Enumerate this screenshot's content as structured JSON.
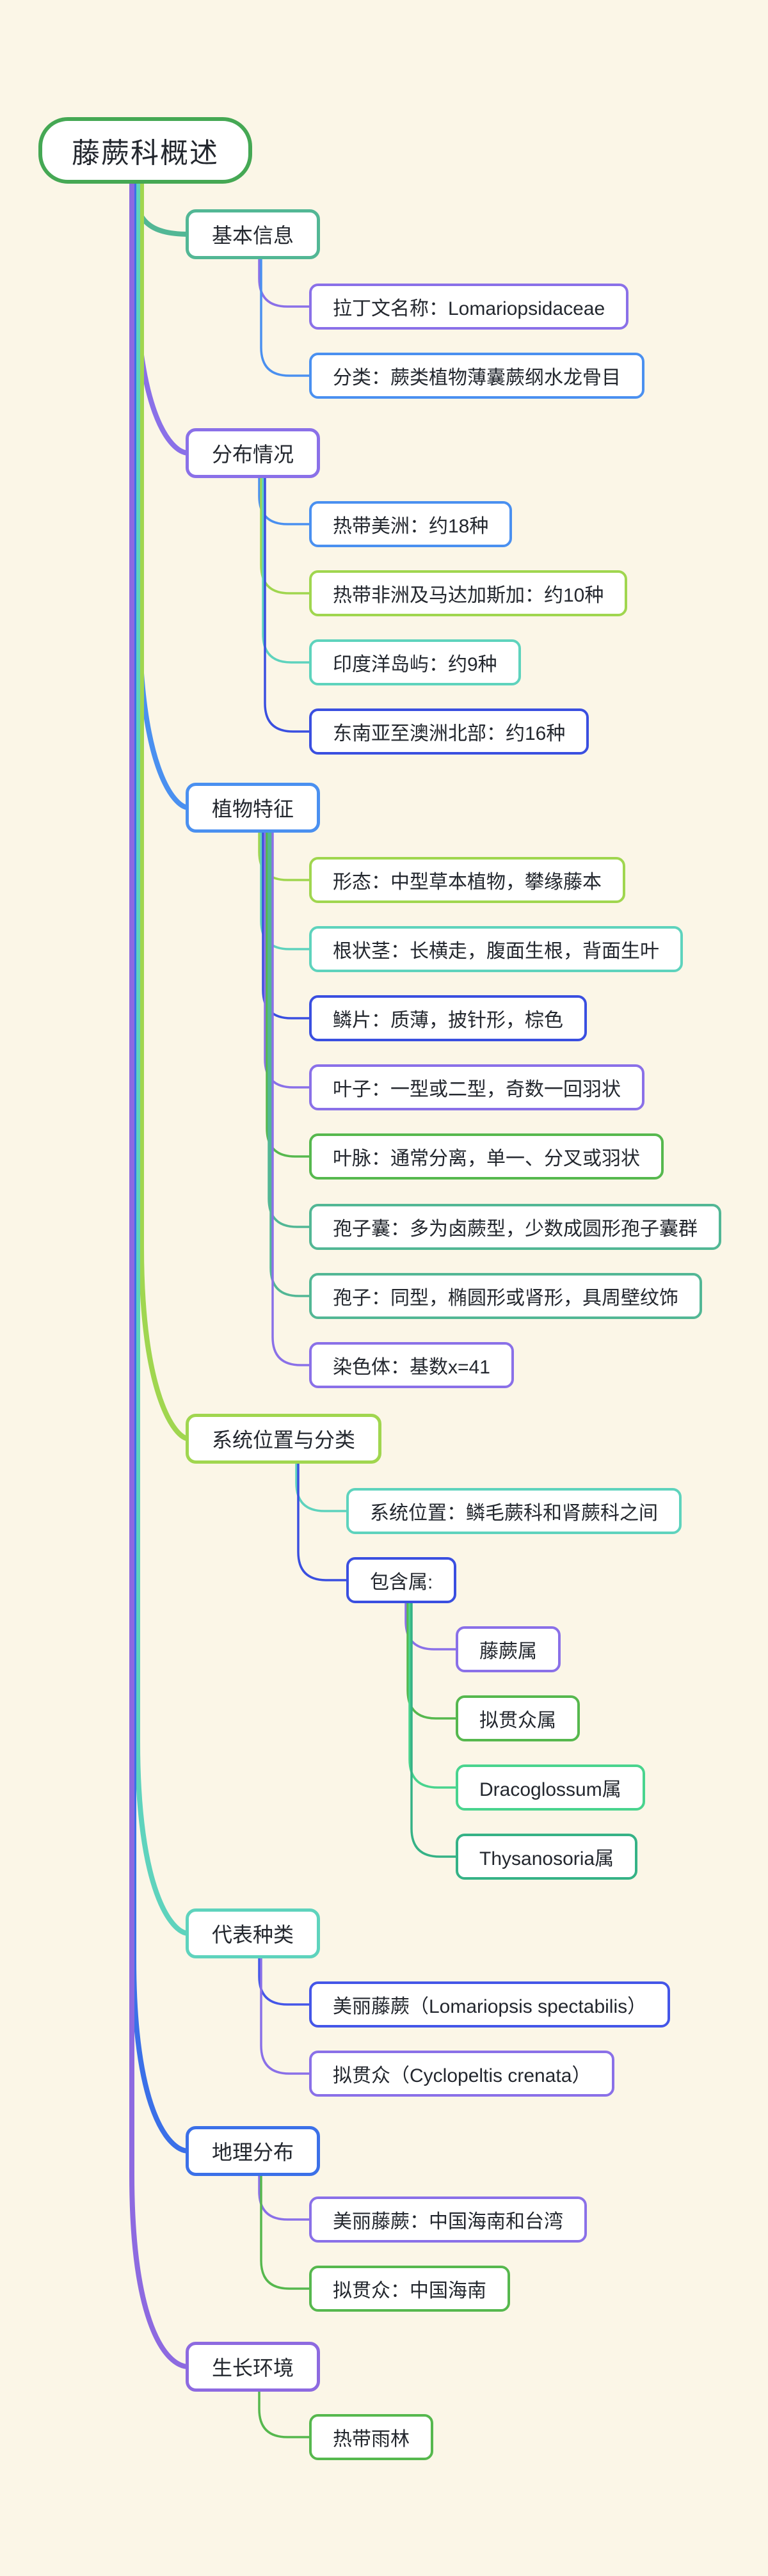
{
  "palette": {
    "background": "#fbf6e7",
    "root_border": "#45a854",
    "teal_green": "#52b795",
    "purple": "#8a70e8",
    "blue": "#4a90f0",
    "light_green": "#a0d64f",
    "teal": "#5ed3bd",
    "dark_blue": "#3a4fe0",
    "green": "#56b84e"
  },
  "title": "藤蕨科概述",
  "branches": [
    {
      "label": "基本信息",
      "color": "#52b795",
      "children": [
        {
          "label": "拉丁文名称：Lomariopsidaceae",
          "color": "#8a70e8"
        },
        {
          "label": "分类：蕨类植物薄囊蕨纲水龙骨目",
          "color": "#4a90f0"
        }
      ]
    },
    {
      "label": "分布情况",
      "color": "#8a70e8",
      "children": [
        {
          "label": "热带美洲：约18种",
          "color": "#4a90f0"
        },
        {
          "label": "热带非洲及马达加斯加：约10种",
          "color": "#a0d64f"
        },
        {
          "label": "印度洋岛屿：约9种",
          "color": "#5ed3bd"
        },
        {
          "label": "东南亚至澳洲北部：约16种",
          "color": "#3a4fe0"
        }
      ]
    },
    {
      "label": "植物特征",
      "color": "#4a90f0",
      "children": [
        {
          "label": "形态：中型草本植物，攀缘藤本",
          "color": "#a0d64f"
        },
        {
          "label": "根状茎：长横走，腹面生根，背面生叶",
          "color": "#5ed3bd"
        },
        {
          "label": "鳞片：质薄，披针形，棕色",
          "color": "#3a4fe0"
        },
        {
          "label": "叶子：一型或二型，奇数一回羽状",
          "color": "#8a70e8"
        },
        {
          "label": "叶脉：通常分离，单一、分叉或羽状",
          "color": "#56b84e"
        },
        {
          "label": "孢子囊：多为卤蕨型，少数成圆形孢子囊群",
          "color": "#52b795"
        },
        {
          "label": "孢子：同型，椭圆形或肾形，具周壁纹饰",
          "color": "#52b795"
        },
        {
          "label": "染色体：基数x=41",
          "color": "#8a70e8"
        }
      ]
    },
    {
      "label": "系统位置与分类",
      "color": "#a0d64f",
      "children": [
        {
          "label": "系统位置：鳞毛蕨科和肾蕨科之间",
          "color": "#5ed3bd"
        },
        {
          "label": "包含属:",
          "color": "#3a4fe0",
          "children": [
            {
              "label": "藤蕨属",
              "color": "#8a70e8"
            },
            {
              "label": "拟贯众属",
              "color": "#56b84e"
            },
            {
              "label": "Dracoglossum属",
              "color": "#49d48e"
            },
            {
              "label": "Thysanosoria属",
              "color": "#35b286"
            }
          ]
        }
      ]
    },
    {
      "label": "代表种类",
      "color": "#5ed3bd",
      "children": [
        {
          "label": "美丽藤蕨（Lomariopsis spectabilis）",
          "color": "#4456e8"
        },
        {
          "label": "拟贯众（Cyclopeltis crenata）",
          "color": "#8a70e8"
        }
      ]
    },
    {
      "label": "地理分布",
      "color": "#3b70e8",
      "children": [
        {
          "label": "美丽藤蕨：中国海南和台湾",
          "color": "#8a70e8"
        },
        {
          "label": "拟贯众：中国海南",
          "color": "#56b84e"
        }
      ]
    },
    {
      "label": "生长环境",
      "color": "#8d6ae0",
      "children": [
        {
          "label": "热带雨林",
          "color": "#56b84e"
        }
      ]
    }
  ]
}
